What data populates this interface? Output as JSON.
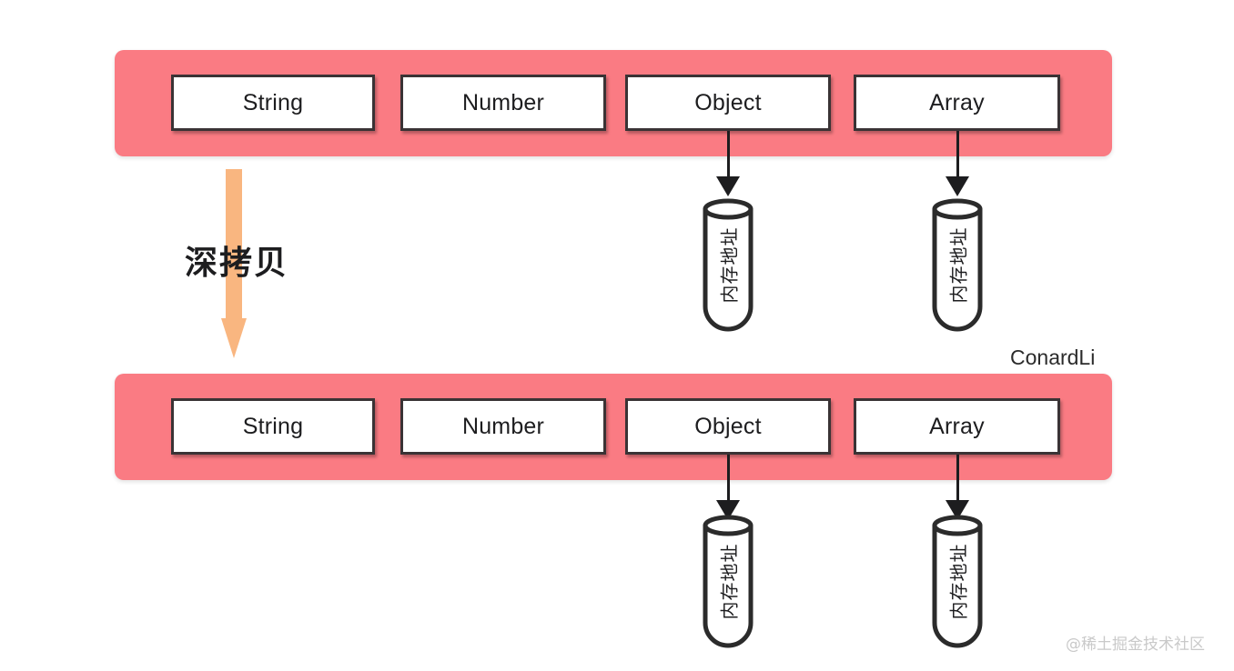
{
  "diagram": {
    "title": "Deep Copy (深拷贝) memory diagram",
    "colors": {
      "container_pink": "#fa7b83",
      "box_white": "#ffffff",
      "box_border": "#3a3335",
      "arrow_black": "#1d1d1f",
      "deep_copy_orange": "#f9b680",
      "watermark_gray": "#c9c9c9",
      "background": "#ffffff"
    },
    "rows": [
      {
        "id": "source-object",
        "name": "source-row",
        "boxes": [
          {
            "label": "String",
            "has_pointer": false
          },
          {
            "label": "Number",
            "has_pointer": false
          },
          {
            "label": "Object",
            "has_pointer": true
          },
          {
            "label": "Array",
            "has_pointer": true
          }
        ],
        "tubes": [
          {
            "label": "内存地址"
          },
          {
            "label": "内存地址"
          }
        ]
      },
      {
        "id": "copied-object",
        "name": "copy-row",
        "boxes": [
          {
            "label": "String",
            "has_pointer": false
          },
          {
            "label": "Number",
            "has_pointer": false
          },
          {
            "label": "Object",
            "has_pointer": true
          },
          {
            "label": "Array",
            "has_pointer": true
          }
        ],
        "tubes": [
          {
            "label": "内存地址"
          },
          {
            "label": "内存地址"
          }
        ]
      }
    ],
    "operation": {
      "label": "深拷贝",
      "direction": "down"
    },
    "credits": {
      "author": "ConardLi",
      "watermark": "@稀土掘金技术社区"
    }
  }
}
